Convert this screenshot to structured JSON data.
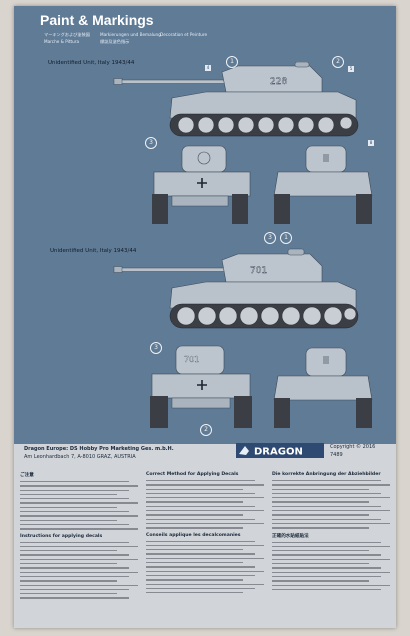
{
  "header": {
    "title": "Paint & Markings",
    "subtitles": {
      "jp": "マーキングおよび塗装図",
      "de": "Markierungen und Bemalung",
      "fr": "Decoration et Peinture",
      "it": "Marche & Pittura",
      "zh": "標誌及塗色指示"
    }
  },
  "schemes": [
    {
      "label": "Unidentified Unit, Italy 1943/44",
      "turret_number": "228"
    },
    {
      "label": "Unidentified Unit, Italy 1943/44",
      "turret_number": "701",
      "rear_number": "701"
    }
  ],
  "callouts": {
    "one": "1",
    "two": "2",
    "three": "3",
    "four": "4",
    "five": "5",
    "eight": "8"
  },
  "footer": {
    "europe_line1": "Dragon Europe: DS Hobby Pro Marketing Ges. m.b.H.",
    "europe_line2": "Am Leonhardbach 7, A-8010 GRAZ, AUSTRIA",
    "brand": "DRAGON",
    "copyright": "Copyright © 2016",
    "code": "7489"
  },
  "instructions": {
    "col1_title_a": "ご注意",
    "col1_title_b": "Instructions for applying decals",
    "col2_title_a": "Correct Method for Applying Decals",
    "col2_title_b": "Conseils applique les decalcomanies",
    "col3_title_a": "Die korrekte Anbringung der Abziehbilder",
    "col3_title_b": "正確的水貼紙貼法"
  },
  "colors": {
    "sheet_blue": "#5f7b96",
    "tank_grey": "#b9c2cb",
    "lower_panel": "#d1d4d8"
  }
}
